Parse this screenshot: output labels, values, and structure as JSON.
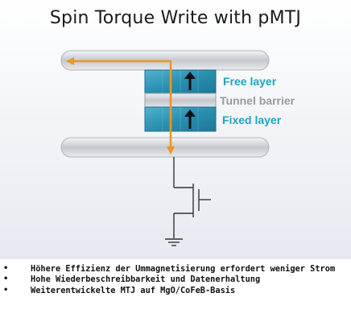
{
  "title": "Spin Torque Write with pMTJ",
  "labels": {
    "free_layer": "Free layer",
    "tunnel_barrier": "Tunnel barrier",
    "fixed_layer": "Fixed layer"
  },
  "bullets": [
    "Höhere Effizienz der Ummagnetisierung erfordert weniger Strom",
    "Hohe Wiederbeschreibbarkeit und Datenerhaltung",
    "Weiterentwickelte MTJ auf MgO/CoFeB-Basis"
  ],
  "bullet_symbol": "•",
  "colors": {
    "layer_fill": "#2a8fb0",
    "label_cyan": "#1fa3c2",
    "label_gray": "#9a9a9a",
    "current_arrow": "#f0951f",
    "rail": "#c9ccd1"
  }
}
